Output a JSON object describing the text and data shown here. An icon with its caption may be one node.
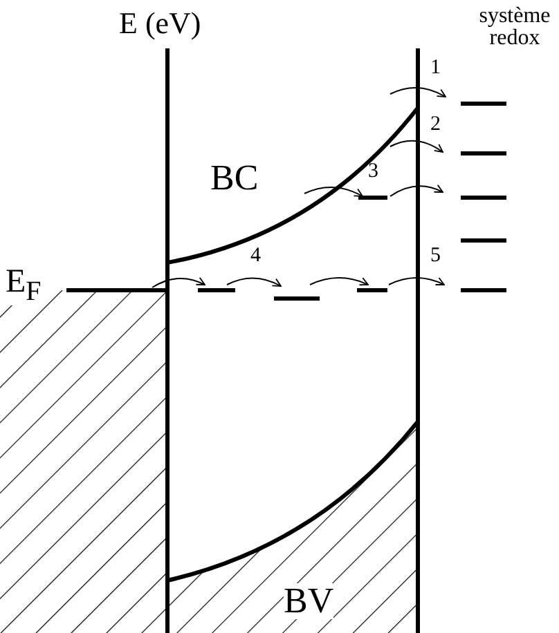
{
  "diagram": {
    "labels": [
      "E (eV)",
      "système redox",
      "1",
      "2",
      "BC",
      "3",
      "4",
      "5",
      "E$_{F}$",
      "BV"
    ]
  }
}
